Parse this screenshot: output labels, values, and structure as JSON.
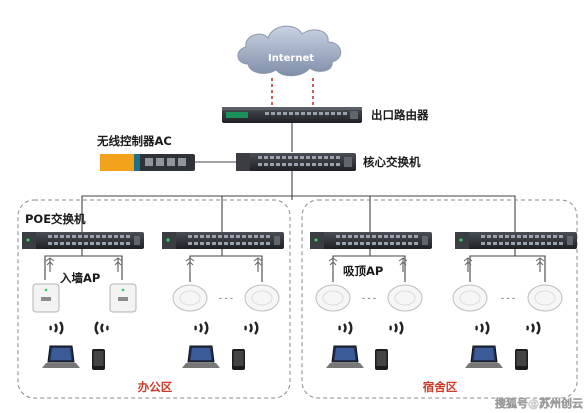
{
  "cloud": {
    "label": "Internet"
  },
  "devices": {
    "router": {
      "label": "出口路由器"
    },
    "controller": {
      "label": "无线控制器AC"
    },
    "core_switch": {
      "label": "核心交换机"
    },
    "poe_switch": {
      "label": "POE交换机"
    },
    "wall_ap": {
      "label": "入墙AP"
    },
    "ceiling_ap": {
      "label": "吸顶AP"
    }
  },
  "zones": {
    "office": {
      "label": "办公区"
    },
    "dorm": {
      "label": "宿舍区"
    }
  },
  "ap_gap_label": "- - -",
  "watermark": "搜狐号@苏州创云",
  "colors": {
    "cable": "#444444",
    "dashed_uplink": "#c0392b",
    "zone_border": "#8a8a8a",
    "zone_label": "#d03a2a",
    "device_dark": "#2b2e33",
    "ac_accent": "#f2a31b",
    "ac_teal": "#1f6f8b"
  }
}
